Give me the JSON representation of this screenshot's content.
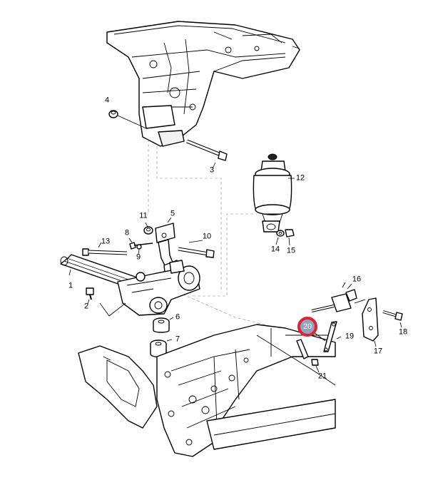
{
  "diagram": {
    "colors": {
      "highlight_ring": "#e2202f",
      "highlight_fill": "#8fa4bf",
      "ink": "#000000"
    },
    "callouts": {
      "c1": "1",
      "c2": "2",
      "c3": "3",
      "c4": "4",
      "c5": "5",
      "c6": "6",
      "c7": "7",
      "c8": "8",
      "c9": "9",
      "c10": "10",
      "c11": "11",
      "c12": "12",
      "c13": "13",
      "c14": "14",
      "c15": "15",
      "c16": "16",
      "c17": "17",
      "c18": "18",
      "c19": "19",
      "c20": "20",
      "c21": "21"
    },
    "highlighted_callout": "20"
  }
}
